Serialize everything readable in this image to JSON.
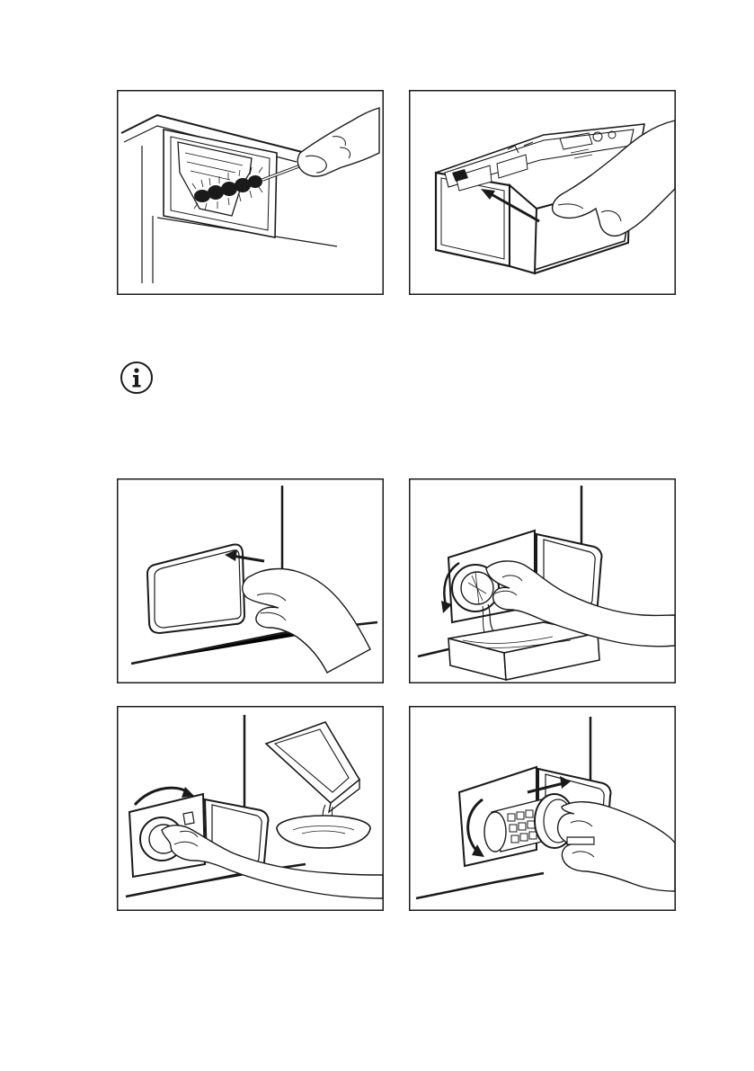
{
  "page": {
    "background": "#ffffff",
    "line_color": "#1a1a1a"
  },
  "icons": {
    "info": "info-icon"
  },
  "figures": [
    {
      "id": "fig-dispenser-brush",
      "depicts": "brush-in-dispenser-recess"
    },
    {
      "id": "fig-dispenser-insert",
      "depicts": "dispenser-drawer-insert"
    },
    {
      "id": "fig-filter-door-open",
      "depicts": "filter-door-open"
    },
    {
      "id": "fig-filter-drain",
      "depicts": "filter-drain-into-tray"
    },
    {
      "id": "fig-filter-empty-tray",
      "depicts": "tray-emptied-into-bowl"
    },
    {
      "id": "fig-filter-remove",
      "depicts": "filter-remove"
    }
  ]
}
